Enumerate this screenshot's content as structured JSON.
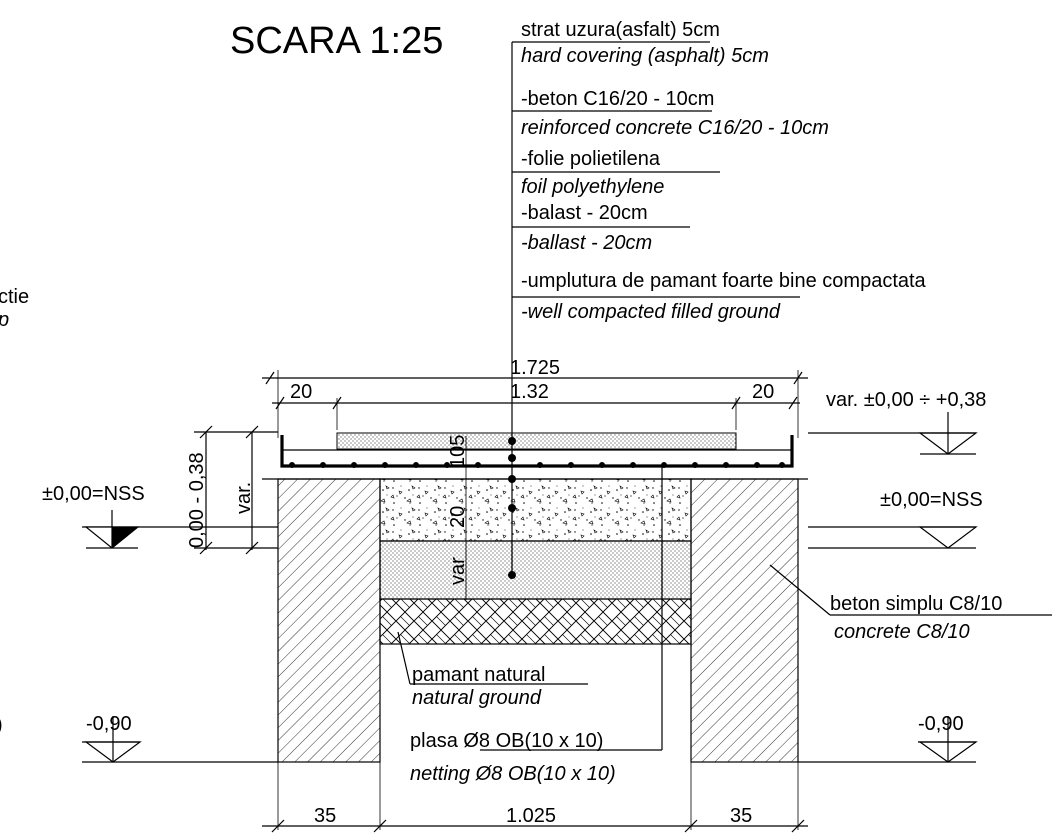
{
  "title": "SCARA 1:25",
  "layers": [
    {
      "ro": "strat uzura(asfalt) 5cm",
      "en": "hard covering (asphalt) 5cm"
    },
    {
      "ro": "-beton C16/20 - 10cm",
      "en": "reinforced concrete C16/20 - 10cm"
    },
    {
      "ro": "-folie polietilena",
      "en": "foil polyethylene"
    },
    {
      "ro": "-balast - 20cm",
      "en": "-ballast - 20cm"
    },
    {
      "ro": "-umplutura de pamant foarte bine compactata",
      "en": "-well compacted filled ground"
    }
  ],
  "left_edge": {
    "line1": "ctie",
    "line2": "p",
    "line3": ")"
  },
  "dimensions": {
    "top_total": "1.725",
    "top_left": "20",
    "top_middle": "1.32",
    "top_right": "20",
    "bottom_left": "35",
    "bottom_middle": "1.025",
    "bottom_right": "35",
    "vertical_range": "0,00 - 0,38",
    "vertical_var": "var.",
    "thickness_105": "105",
    "thickness_20": "20",
    "thickness_var": "var"
  },
  "levels": {
    "left_nss": "±0,00=NSS",
    "right_nss": "±0,00=NSS",
    "right_var": "var. ±0,00 ÷ +0,38",
    "left_minus": "-0,90",
    "right_minus": "-0,90"
  },
  "labels": {
    "concrete_ro": "beton simplu C8/10",
    "concrete_en": "concrete C8/10",
    "ground_ro": "pamant natural",
    "ground_en": "natural ground",
    "netting_ro": "plasa Ø8 OB(10 x 10)",
    "netting_en": "netting Ø8 OB(10 x 10)"
  }
}
